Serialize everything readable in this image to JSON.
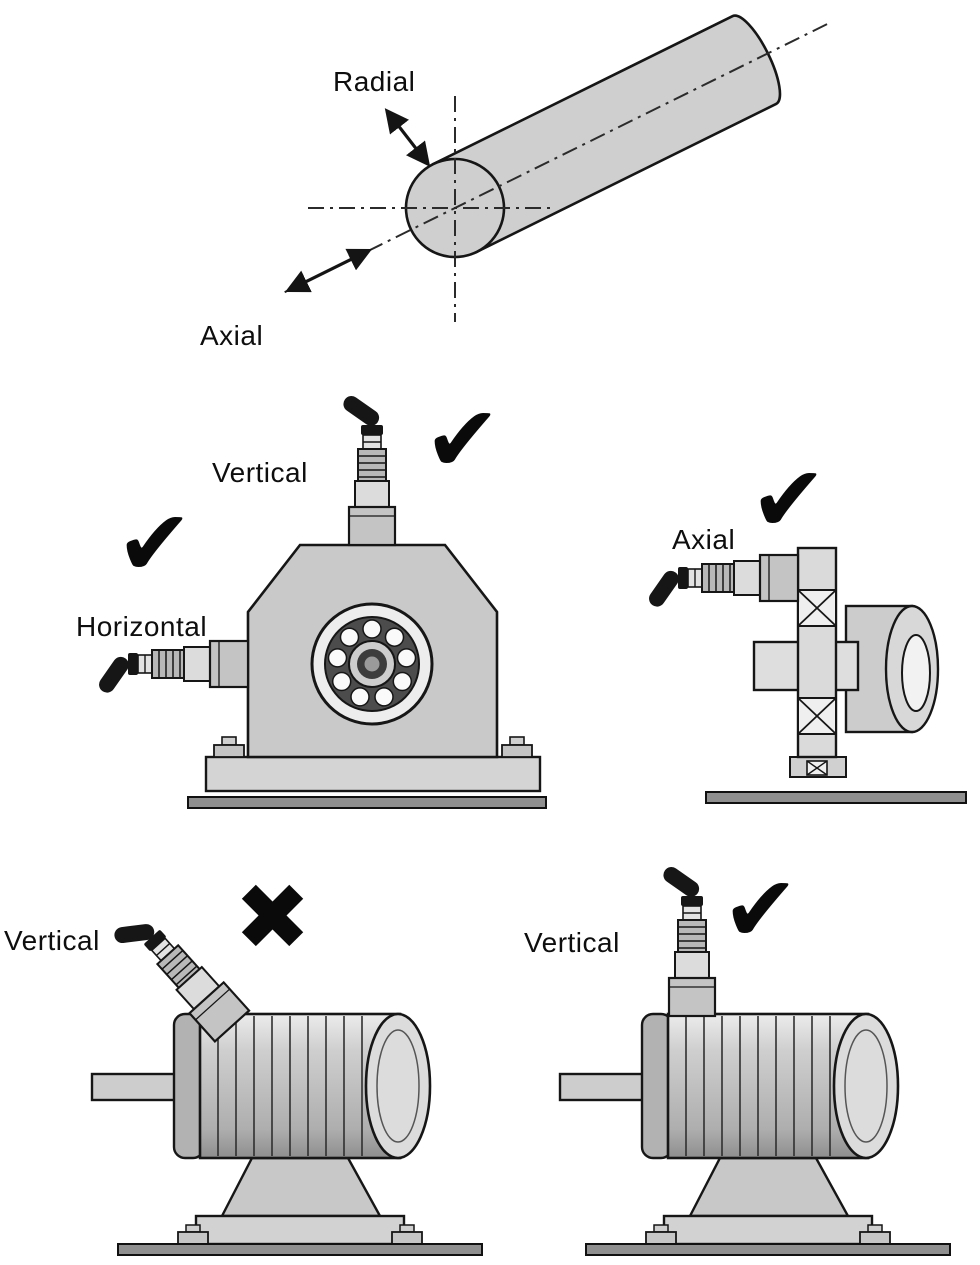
{
  "colors": {
    "ink": "#161616",
    "metal_light": "#e2e2e2",
    "metal_mid": "#c8c8c8",
    "metal_dark": "#8f8f8f",
    "background": "#ffffff"
  },
  "figures": {
    "shaft_axes": {
      "radial_label": "Radial",
      "axial_label": "Axial"
    },
    "bearing_front": {
      "vertical_label": "Vertical",
      "vertical_mark": "✔",
      "horizontal_label": "Horizontal",
      "horizontal_mark": "✔"
    },
    "bearing_axial": {
      "axial_label": "Axial",
      "mark": "✔"
    },
    "motor_incorrect": {
      "label": "Vertical",
      "mark": "✖"
    },
    "motor_correct": {
      "label": "Vertical",
      "mark": "✔"
    }
  }
}
